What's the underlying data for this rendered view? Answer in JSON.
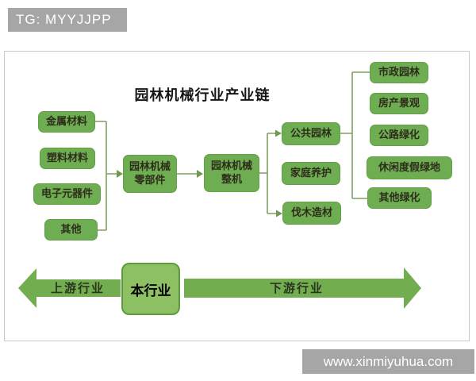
{
  "header": {
    "tg_label": "TG: MYYJJPP"
  },
  "footer": {
    "watermark": "www.xinmiyuhua.com"
  },
  "diagram": {
    "title": "园林机械行业产业链",
    "upstream": {
      "metal": "金属材料",
      "plastic": "塑料材料",
      "electronics": "电子元器件",
      "other": "其他"
    },
    "midstream": {
      "parts": "园林机械\n零部件",
      "whole_machine": "园林机械\n整机"
    },
    "downstream": {
      "public_garden": "公共园林",
      "home_care": "家庭养护",
      "logging": "伐木造材"
    },
    "public_garden_segments": {
      "municipal": "市政园林",
      "real_estate": "房产景观",
      "highway": "公路绿化",
      "leisure": "休闲度假绿地",
      "other_green": "其他绿化"
    },
    "bottom_band": {
      "upstream_label": "上游行业",
      "current_label": "本行业",
      "downstream_label": "下游行业"
    }
  },
  "colors": {
    "node_green": "#6fad52",
    "node_border": "#61a046",
    "current_green": "#8cc063",
    "current_border": "#5c9a3c",
    "arrow_green": "#72ae4f",
    "connector_line": "#7f9e63",
    "badge_gray": "#a6a6a6",
    "frame_border": "#c9c9c9"
  }
}
